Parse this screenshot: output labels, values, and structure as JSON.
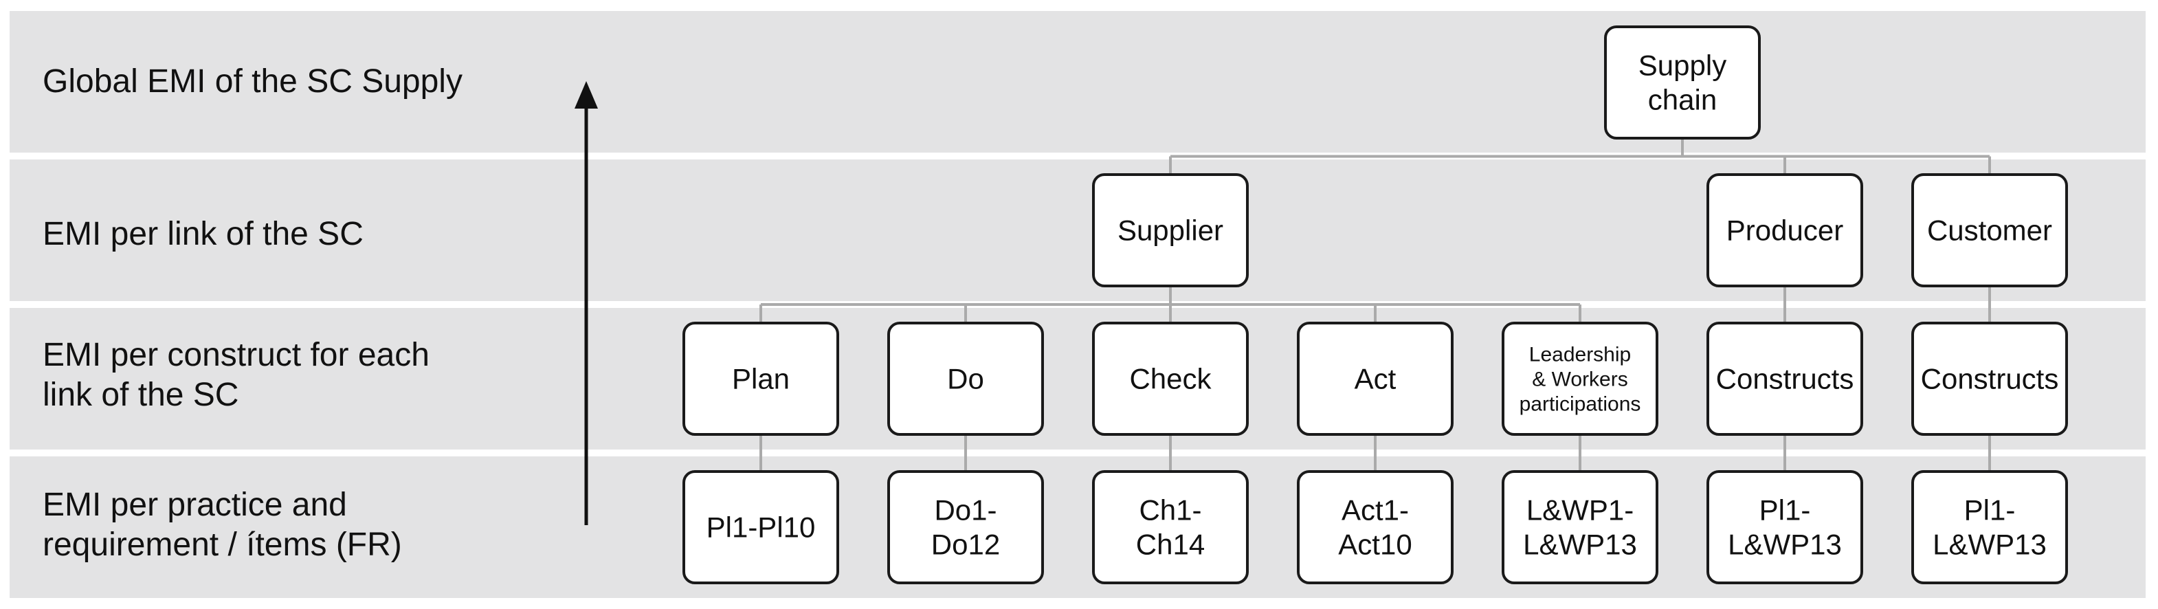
{
  "levels": [
    {
      "label": "Global EMI of the SC Supply"
    },
    {
      "label": "EMI per link of the SC"
    },
    {
      "label": "EMI per construct for each\nlink of the SC"
    },
    {
      "label": "EMI per practice and\nrequirement / ítems (FR)"
    }
  ],
  "nodes": [
    {
      "id": "supply-chain",
      "level": 0,
      "col": 4.5,
      "lines": [
        "Supply",
        "chain"
      ]
    },
    {
      "id": "supplier",
      "level": 1,
      "col": 2,
      "lines": [
        "Supplier"
      ]
    },
    {
      "id": "producer",
      "level": 1,
      "col": 5,
      "lines": [
        "Producer"
      ]
    },
    {
      "id": "customer",
      "level": 1,
      "col": 6,
      "lines": [
        "Customer"
      ]
    },
    {
      "id": "plan",
      "level": 2,
      "col": 0,
      "lines": [
        "Plan"
      ]
    },
    {
      "id": "do",
      "level": 2,
      "col": 1,
      "lines": [
        "Do"
      ]
    },
    {
      "id": "check",
      "level": 2,
      "col": 2,
      "lines": [
        "Check"
      ]
    },
    {
      "id": "act",
      "level": 2,
      "col": 3,
      "lines": [
        "Act"
      ]
    },
    {
      "id": "leadership",
      "level": 2,
      "col": 4,
      "small": true,
      "lines": [
        "Leadership",
        "& Workers",
        "participations"
      ]
    },
    {
      "id": "producer-constructs",
      "level": 2,
      "col": 5,
      "lines": [
        "Constructs"
      ]
    },
    {
      "id": "customer-constructs",
      "level": 2,
      "col": 6,
      "lines": [
        "Constructs"
      ]
    },
    {
      "id": "plan-items",
      "level": 3,
      "col": 0,
      "lines": [
        "Pl1-Pl10"
      ]
    },
    {
      "id": "do-items",
      "level": 3,
      "col": 1,
      "lines": [
        "Do1-",
        "Do12"
      ]
    },
    {
      "id": "check-items",
      "level": 3,
      "col": 2,
      "lines": [
        "Ch1-",
        "Ch14"
      ]
    },
    {
      "id": "act-items",
      "level": 3,
      "col": 3,
      "lines": [
        "Act1-",
        "Act10"
      ]
    },
    {
      "id": "leadership-items",
      "level": 3,
      "col": 4,
      "lines": [
        "L&WP1-",
        "L&WP13"
      ]
    },
    {
      "id": "producer-items",
      "level": 3,
      "col": 5,
      "lines": [
        "Pl1-",
        "L&WP13"
      ]
    },
    {
      "id": "customer-items",
      "level": 3,
      "col": 6,
      "lines": [
        "Pl1-",
        "L&WP13"
      ]
    }
  ],
  "edges": [
    [
      "supply-chain",
      "supplier"
    ],
    [
      "supply-chain",
      "producer"
    ],
    [
      "supply-chain",
      "customer"
    ],
    [
      "supplier",
      "plan"
    ],
    [
      "supplier",
      "do"
    ],
    [
      "supplier",
      "check"
    ],
    [
      "supplier",
      "act"
    ],
    [
      "supplier",
      "leadership"
    ],
    [
      "producer",
      "producer-constructs"
    ],
    [
      "customer",
      "customer-constructs"
    ],
    [
      "plan",
      "plan-items"
    ],
    [
      "do",
      "do-items"
    ],
    [
      "check",
      "check-items"
    ],
    [
      "act",
      "act-items"
    ],
    [
      "leadership",
      "leadership-items"
    ],
    [
      "producer-constructs",
      "producer-items"
    ],
    [
      "customer-constructs",
      "customer-items"
    ]
  ],
  "colors": {
    "connector": "#aaaaaa",
    "node_border": "#1a1a1a",
    "node_fill": "#ffffff",
    "band": "#e3e3e4",
    "arrow": "#111111"
  }
}
